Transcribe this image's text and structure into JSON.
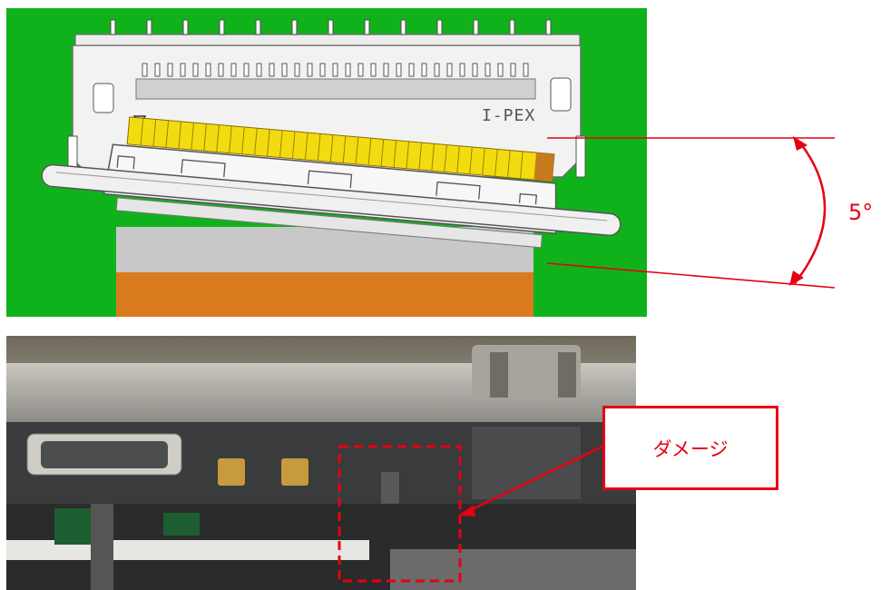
{
  "top_figure": {
    "brand_label": "I-PEX",
    "angle_label": "5°",
    "colors": {
      "board": "#10b21b",
      "connector_body": "#f2f2f2",
      "contacts": "#f2dc10",
      "cable": "#d97a1e",
      "cable_end": "#c8c8c8",
      "accent": "#e60012"
    },
    "icons": [
      "down-triangle-mark-icon",
      "up-triangle-mark-icon"
    ]
  },
  "bottom_photo": {
    "callout_label": "ダメージ",
    "colors": {
      "highlight": "#e60012"
    }
  }
}
